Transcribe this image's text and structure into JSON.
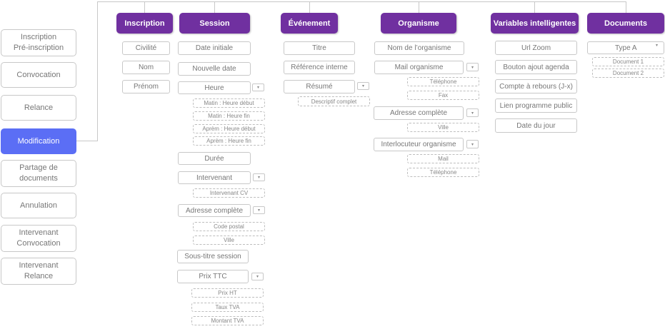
{
  "sidebar": {
    "items": [
      {
        "label": "Inscription\nPré-inscription"
      },
      {
        "label": "Convocation"
      },
      {
        "label": "Relance"
      },
      {
        "label": "Modification"
      },
      {
        "label": "Partage de\ndocuments"
      },
      {
        "label": "Annulation"
      },
      {
        "label": "Intervenant\nConvocation"
      },
      {
        "label": "Intervenant\nRelance"
      }
    ],
    "active_item": "Modification",
    "active_color": "#5b6ef5"
  },
  "header_color": "#7030a0",
  "columns": {
    "inscription": {
      "title": "Inscription",
      "fields": [
        "Civilité",
        "Nom",
        "Prénom"
      ]
    },
    "session": {
      "title": "Session",
      "fields": {
        "date_initiale": "Date initiale",
        "nouvelle_date": "Nouvelle date",
        "heure": "Heure",
        "heure_subs": [
          "Matin : Heure début",
          "Matin : Heure fin",
          "Aprèm : Heure début",
          "Aprèm : Heure fin"
        ],
        "duree": "Durée",
        "intervenant": "Intervenant",
        "intervenant_subs": [
          "Intervenant CV"
        ],
        "adresse": "Adresse complète",
        "adresse_subs": [
          "Code postal",
          "Ville"
        ],
        "sous_titre": "Sous-titre session",
        "prix": "Prix TTC",
        "prix_subs": [
          "Prix HT",
          "Taux TVA",
          "Montant TVA"
        ]
      }
    },
    "evenement": {
      "title": "Événement",
      "fields": {
        "titre": "Titre",
        "reference": "Référence interne",
        "resume": "Résumé",
        "resume_subs": [
          "Descriptif complet"
        ]
      }
    },
    "organisme": {
      "title": "Organisme",
      "fields": {
        "nom": "Nom de l’organisme",
        "mail": "Mail organisme",
        "mail_subs": [
          "Téléphone",
          "Fax"
        ],
        "adresse": "Adresse complète",
        "adresse_subs": [
          "Ville"
        ],
        "interlocuteur": "Interlocuteur organisme",
        "interlocuteur_subs": [
          "Mail",
          "Téléphone"
        ]
      }
    },
    "variables": {
      "title": "Variables intelligentes",
      "fields": [
        "Url Zoom",
        "Bouton ajout agenda",
        "Compte à rebours (J-x)",
        "Lien programme public",
        "Date du jour"
      ]
    },
    "documents": {
      "title": "Documents",
      "type": "Type A",
      "subs": [
        "Document 1",
        "Document 2"
      ]
    }
  },
  "dropdown_icon": "▾"
}
